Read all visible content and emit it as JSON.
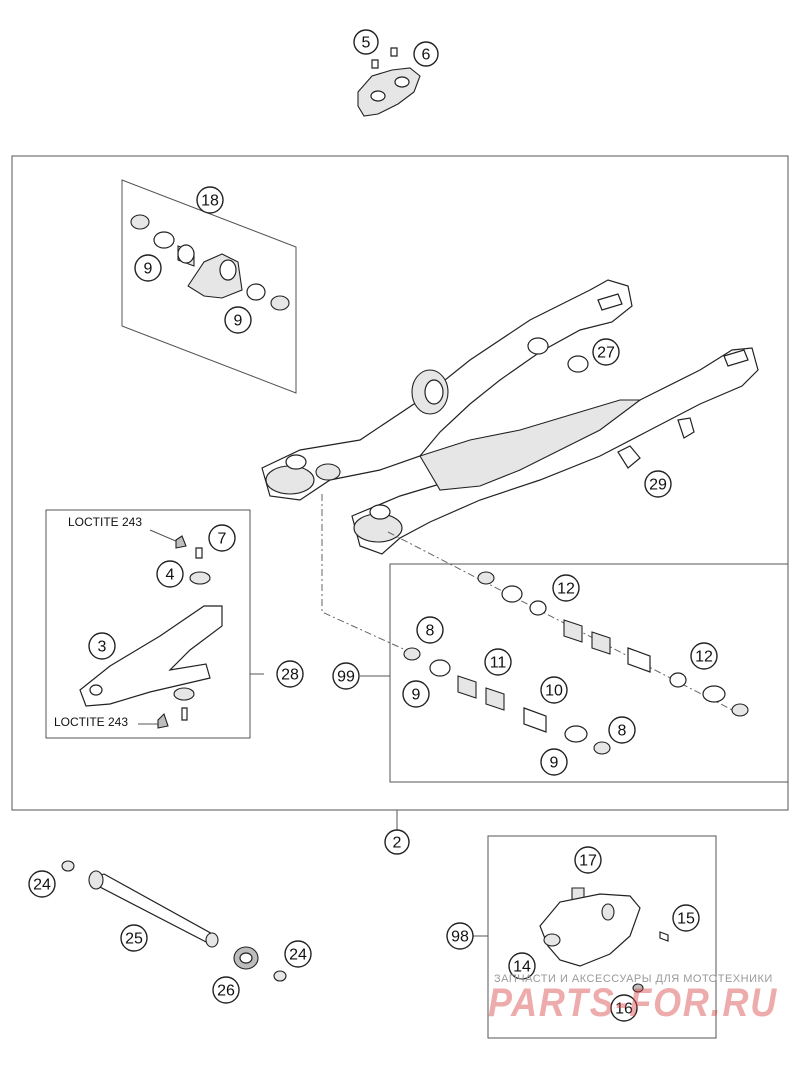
{
  "diagram": {
    "callouts": {
      "c5": "5",
      "c6": "6",
      "c18": "18",
      "c9a": "9",
      "c9b": "9",
      "c27": "27",
      "c29": "29",
      "c7": "7",
      "c4": "4",
      "c3": "3",
      "c28": "28",
      "c12a": "12",
      "c8a": "8",
      "c99": "99",
      "c9c": "9",
      "c11": "11",
      "c12b": "12",
      "c10": "10",
      "c8b": "8",
      "c9d": "9",
      "c2": "2",
      "c24a": "24",
      "c25": "25",
      "c24b": "24",
      "c26": "26",
      "c17": "17",
      "c15": "15",
      "c98": "98",
      "c14": "14",
      "c16": "16"
    },
    "notes": {
      "loctite_top": "LOCTITE 243",
      "loctite_bottom": "LOCTITE 243"
    },
    "watermark": {
      "caption": "ЗАПЧАСТИ И АКСЕССУАРЫ ДЛЯ МОТОТЕХНИКИ",
      "brand": "PARTS-FOR.RU"
    }
  }
}
